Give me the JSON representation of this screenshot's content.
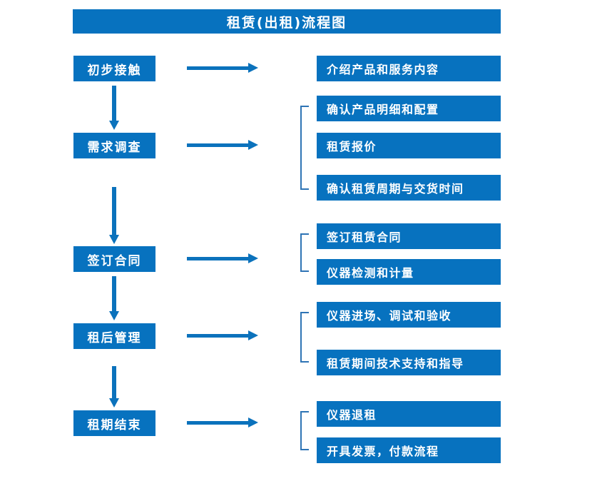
{
  "colors": {
    "box_fill": "#0772BF",
    "arrow": "#0B72BC",
    "bracket": "#2E74B5",
    "box_text": "#FFFFFF",
    "background": "#FFFFFF"
  },
  "title": "租赁(出租)流程图",
  "stages": [
    {
      "id": "stage-1",
      "label": "初步接触"
    },
    {
      "id": "stage-2",
      "label": "需求调查"
    },
    {
      "id": "stage-3",
      "label": "签订合同"
    },
    {
      "id": "stage-4",
      "label": "租后管理"
    },
    {
      "id": "stage-5",
      "label": "租期结束"
    }
  ],
  "details": [
    {
      "id": "detail-1",
      "label": "介绍产品和服务内容",
      "stage": "初步接触"
    },
    {
      "id": "detail-2",
      "label": "确认产品明细和配置",
      "stage": "需求调查"
    },
    {
      "id": "detail-3",
      "label": "租赁报价",
      "stage": "需求调查"
    },
    {
      "id": "detail-4",
      "label": "确认租赁周期与交货时间",
      "stage": "需求调查"
    },
    {
      "id": "detail-5",
      "label": "签订租赁合同",
      "stage": "签订合同"
    },
    {
      "id": "detail-6",
      "label": "仪器检测和计量",
      "stage": "签订合同"
    },
    {
      "id": "detail-7",
      "label": "仪器进场、调试和验收",
      "stage": "租后管理"
    },
    {
      "id": "detail-8",
      "label": "租赁期间技术支持和指导",
      "stage": "租后管理"
    },
    {
      "id": "detail-9",
      "label": "仪器退租",
      "stage": "租期结束"
    },
    {
      "id": "detail-10",
      "label": "开具发票，付款流程",
      "stage": "租期结束"
    }
  ],
  "connectors": {
    "horizontal_arrow_icon": "arrow-right-icon",
    "vertical_arrow_icon": "arrow-down-icon",
    "bracket_icon": "group-bracket-icon",
    "horizontal_count": 5,
    "vertical_count": 4,
    "bracket_count": 4
  }
}
